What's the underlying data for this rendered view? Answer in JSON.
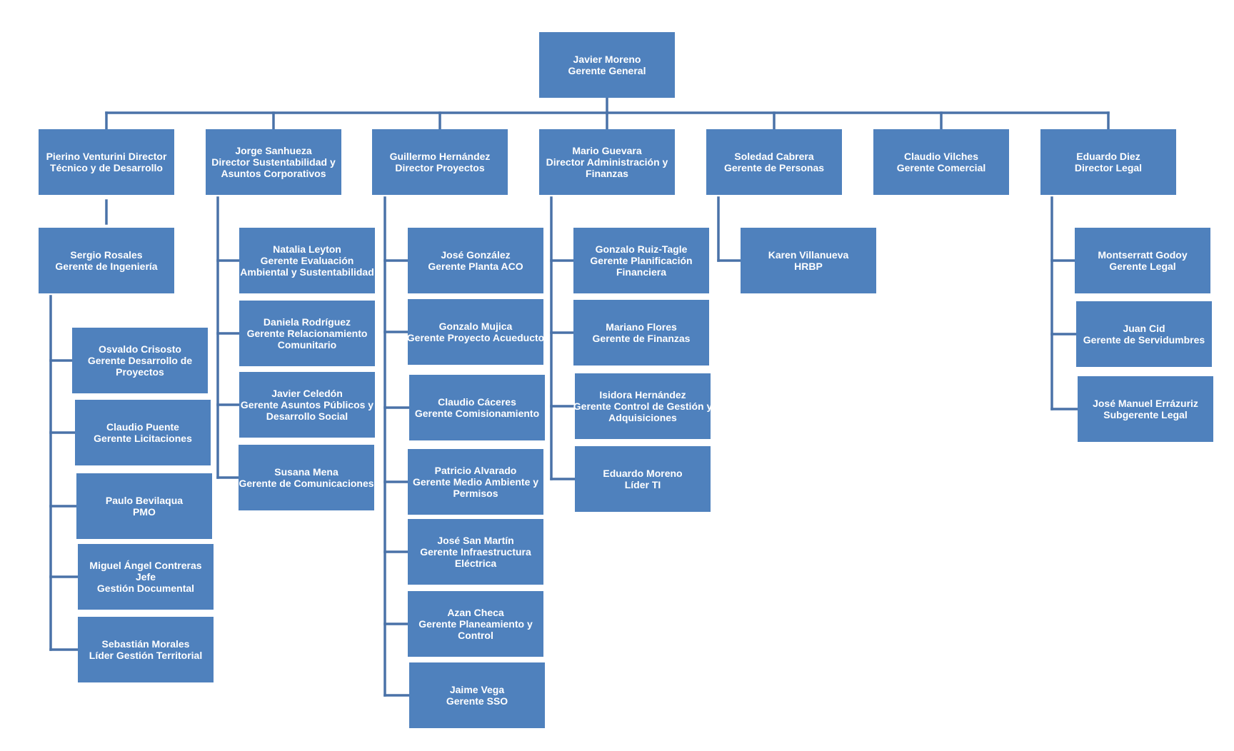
{
  "colors": {
    "box_fill": "#4f81bd",
    "box_text": "#ffffff",
    "connector": "#4a72a8",
    "background": "#ffffff"
  },
  "chart": {
    "root": {
      "lines": [
        "Javier Moreno",
        "Gerente General"
      ]
    },
    "departments": [
      {
        "lines": [
          "Pierino Venturini Director",
          "Técnico y de Desarrollo"
        ],
        "sub_head": {
          "lines": [
            "Sergio Rosales",
            "Gerente de Ingeniería"
          ]
        },
        "reports": [
          {
            "lines": [
              "Osvaldo Crisosto",
              "Gerente Desarrollo de",
              "Proyectos"
            ]
          },
          {
            "lines": [
              "Claudio Puente",
              "Gerente Licitaciones"
            ]
          },
          {
            "lines": [
              "Paulo Bevilaqua",
              "PMO"
            ]
          },
          {
            "lines": [
              "Miguel Ángel Contreras",
              "Jefe",
              "Gestión Documental"
            ]
          },
          {
            "lines": [
              "Sebastián Morales",
              "Líder Gestión Territorial"
            ]
          }
        ]
      },
      {
        "lines": [
          "Jorge Sanhueza",
          "Director Sustentabilidad    y",
          "Asuntos Corporativos"
        ],
        "reports": [
          {
            "lines": [
              "Natalia Leyton",
              "Gerente Evaluación",
              "Ambiental y Sustentabilidad"
            ]
          },
          {
            "lines": [
              "Daniela Rodríguez",
              "Gerente Relacionamiento",
              "Comunitario"
            ]
          },
          {
            "lines": [
              "Javier Celedón",
              "Gerente Asuntos Públicos y",
              "Desarrollo Social"
            ]
          },
          {
            "lines": [
              "Susana Mena",
              "Gerente de Comunicaciones"
            ]
          }
        ]
      },
      {
        "lines": [
          "Guillermo Hernández",
          "Director Proyectos"
        ],
        "reports": [
          {
            "lines": [
              "José González",
              "Gerente Planta ACO"
            ]
          },
          {
            "lines": [
              "Gonzalo Mujica",
              "Gerente Proyecto Acueducto"
            ]
          },
          {
            "lines": [
              "Claudio Cáceres",
              "Gerente Comisionamiento"
            ]
          },
          {
            "lines": [
              "Patricio Alvarado",
              "Gerente Medio Ambiente  y",
              "Permisos"
            ]
          },
          {
            "lines": [
              "José San Martín",
              "Gerente Infraestructura",
              "Eléctrica"
            ]
          },
          {
            "lines": [
              "Azan Checa",
              "Gerente Planeamiento y",
              "Control"
            ]
          },
          {
            "lines": [
              "Jaime Vega",
              "Gerente SSO"
            ]
          }
        ]
      },
      {
        "lines": [
          "Mario Guevara",
          "Director Administración  y",
          "Finanzas"
        ],
        "reports": [
          {
            "lines": [
              "Gonzalo Ruiz-Tagle",
              "Gerente Planificación",
              "Financiera"
            ]
          },
          {
            "lines": [
              "Mariano Flores",
              "Gerente de Finanzas"
            ]
          },
          {
            "lines": [
              "Isidora Hernández",
              "Gerente Control de Gestión y",
              "Adquisiciones"
            ]
          },
          {
            "lines": [
              "Eduardo Moreno",
              "Líder TI"
            ]
          }
        ]
      },
      {
        "lines": [
          "Soledad Cabrera",
          "Gerente de Personas"
        ],
        "reports": [
          {
            "lines": [
              "Karen Villanueva",
              "HRBP"
            ]
          }
        ]
      },
      {
        "lines": [
          "Claudio Vilches",
          "Gerente Comercial"
        ],
        "reports": []
      },
      {
        "lines": [
          "Eduardo Diez",
          "Director Legal"
        ],
        "reports": [
          {
            "lines": [
              "Montserratt Godoy",
              "Gerente Legal"
            ]
          },
          {
            "lines": [
              "Juan Cid",
              "Gerente de Servidumbres"
            ]
          },
          {
            "lines": [
              "José Manuel Errázuriz",
              "Subgerente Legal"
            ]
          }
        ]
      }
    ]
  }
}
